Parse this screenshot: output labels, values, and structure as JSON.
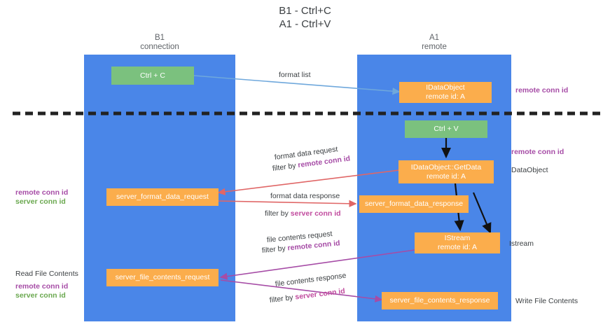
{
  "title": {
    "line1": "B1 - Ctrl+C",
    "line2": "A1 - Ctrl+V"
  },
  "columns": [
    {
      "name": "B1",
      "sub": "connection"
    },
    {
      "name": "A1",
      "sub": "remote"
    }
  ],
  "colors": {
    "lane": "#4a86e8",
    "green_node": "#7bc17e",
    "orange_node": "#fbad4c",
    "purple_text": "#a64ca6",
    "green_text": "#6aa84f",
    "magenta_text": "#c14b9e",
    "blue_arrow": "#6fa8dc",
    "black_arrow": "#000000",
    "red_arrow": "#e06666",
    "violet_arrow": "#a64ca6",
    "divider": "#222222"
  },
  "nodes": {
    "ctrl_c": "Ctrl + C",
    "ctrl_v": "Ctrl + V",
    "idataobject_line1": "IDataObject",
    "idataobject_line2": "remote id: A",
    "getdata_line1": "IDataObject::GetData",
    "getdata_line2": "remote id: A",
    "istream_line1": "IStream",
    "istream_line2": "remote id: A",
    "server_format_data_request": "server_format_data_request",
    "server_format_data_response": "server_format_data_response",
    "server_file_contents_request": "server_file_contents_request",
    "server_file_contents_response": "server_file_contents_response"
  },
  "edge_labels": {
    "format_list": "format list",
    "format_data_request": "format data request",
    "format_data_request_filter_prefix": "filter by ",
    "format_data_request_filter_key": "remote conn id",
    "format_data_response": "format data response",
    "format_data_response_filter_prefix": "filter by ",
    "format_data_response_filter_key": "server conn id",
    "file_contents_request": "file contents request",
    "file_contents_request_filter_prefix": "filter by ",
    "file_contents_request_filter_key": "remote conn id",
    "file_contents_response": "file contents response",
    "file_contents_response_filter_prefix": "filter by ",
    "file_contents_response_filter_key": "server conn id"
  },
  "side_labels": {
    "right_remote_conn_id_top": "remote conn id",
    "right_remote_conn_id_mid": "remote conn id",
    "right_dataobject": "DataObject",
    "right_istream": "Istream",
    "right_write_file_contents": "Write File Contents",
    "left_remote_conn_id_mid": "remote conn id",
    "left_server_conn_id_mid": "server conn id",
    "left_read_file_contents": "Read File Contents",
    "left_remote_conn_id_bottom": "remote conn id",
    "left_server_conn_id_bottom": "server conn id"
  }
}
